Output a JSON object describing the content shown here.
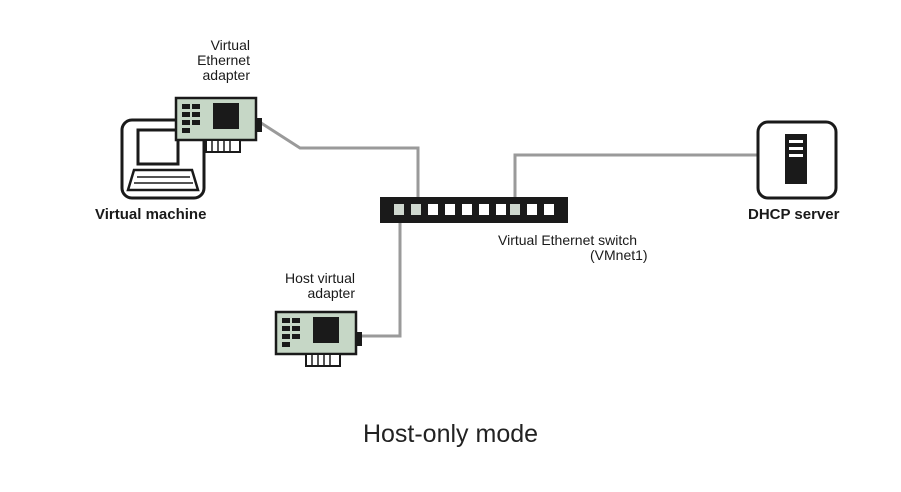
{
  "diagram": {
    "vm_adapter_label": [
      "Virtual",
      "Ethernet",
      "adapter"
    ],
    "vm_label": "Virtual machine",
    "host_adapter_label": [
      "Host virtual",
      "adapter"
    ],
    "switch_label": [
      "Virtual Ethernet switch",
      "(VMnet1)"
    ],
    "dhcp_label": "DHCP server",
    "caption": "Host-only mode"
  },
  "colors": {
    "line": "#9a9a9a",
    "dark": "#1a1a1a",
    "card_green": "#c6d7c6"
  }
}
